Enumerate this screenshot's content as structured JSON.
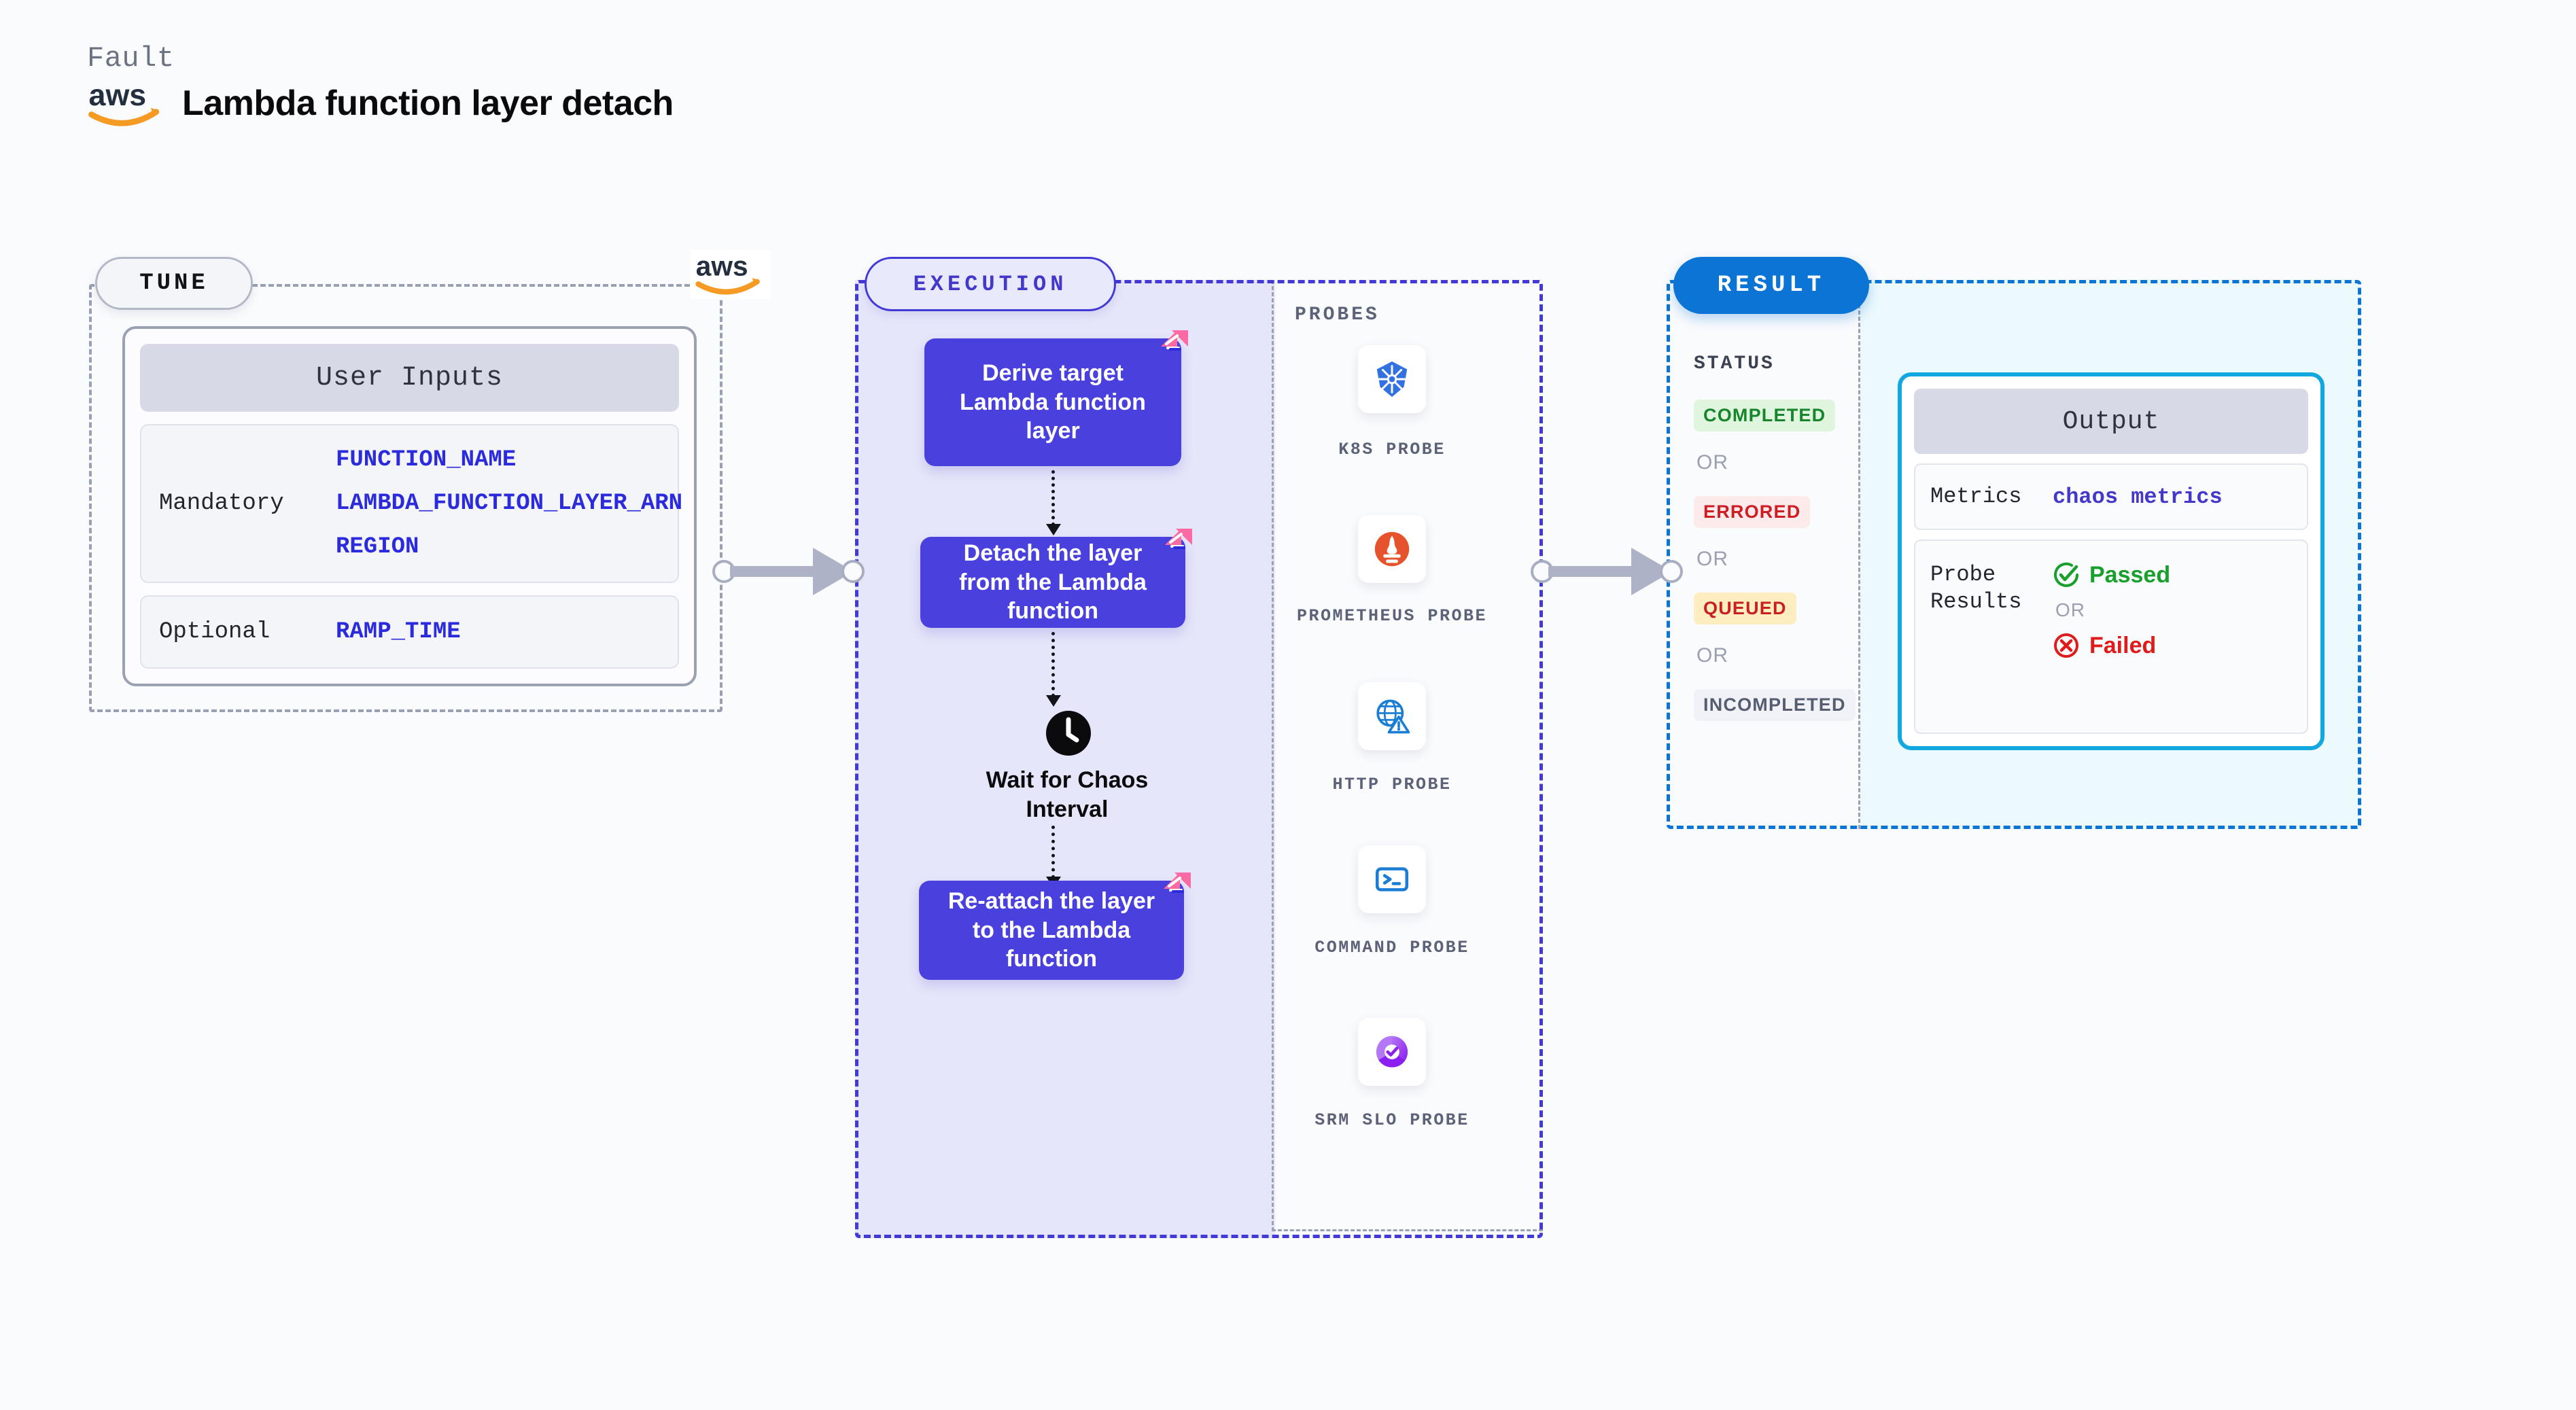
{
  "header": {
    "fault_label": "Fault",
    "title": "Lambda function layer detach",
    "provider_logo": "aws-logo"
  },
  "tune": {
    "pill_label": "TUNE",
    "corner_logo": "aws-logo",
    "card_title": "User Inputs",
    "groups": [
      {
        "label": "Mandatory",
        "vars": [
          "FUNCTION_NAME",
          "LAMBDA_FUNCTION_LAYER_ARN",
          "REGION"
        ]
      },
      {
        "label": "Optional",
        "vars": [
          "RAMP_TIME"
        ]
      }
    ]
  },
  "execution": {
    "pill_label": "EXECUTION",
    "steps": [
      {
        "text": "Derive target Lambda function layer",
        "badge": "chaos-badge-icon"
      },
      {
        "text": "Detach the layer from the Lambda function",
        "badge": "chaos-badge-icon"
      },
      {
        "text": "Re-attach the layer to the Lambda function",
        "badge": "chaos-badge-icon"
      }
    ],
    "wait": {
      "icon": "clock-icon",
      "label": "Wait for Chaos Interval"
    },
    "probes_title": "PROBES",
    "probes": [
      {
        "label": "K8S PROBE",
        "icon": "kubernetes-icon"
      },
      {
        "label": "PROMETHEUS PROBE",
        "icon": "prometheus-icon"
      },
      {
        "label": "HTTP PROBE",
        "icon": "http-globe-warning-icon"
      },
      {
        "label": "COMMAND PROBE",
        "icon": "terminal-icon"
      },
      {
        "label": "SRM SLO PROBE",
        "icon": "srm-slo-icon"
      }
    ]
  },
  "result": {
    "pill_label": "RESULT",
    "status_title": "STATUS",
    "or_label": "OR",
    "statuses": [
      {
        "label": "COMPLETED",
        "bg": "#dff5dd",
        "fg": "#17852b"
      },
      {
        "label": "ERRORED",
        "bg": "#fdeaea",
        "fg": "#cf1d24"
      },
      {
        "label": "QUEUED",
        "bg": "#fdedc0",
        "fg": "#c91f1f"
      },
      {
        "label": "INCOMPLETED",
        "bg": "#f1f2f7",
        "fg": "#565d70"
      }
    ],
    "output": {
      "title": "Output",
      "metrics_key": "Metrics",
      "metrics_value": "chaos metrics",
      "probe_results_key": "Probe Results",
      "passed_label": "Passed",
      "failed_label": "Failed",
      "or_label": "OR"
    }
  },
  "colors": {
    "execution_purple": "#4940de",
    "result_blue": "#0b74d4",
    "output_border": "#11a8e0",
    "accent_pink": "#fb6aa2",
    "var_blue": "#2b2bdd",
    "aws_orange": "#f59a23"
  }
}
